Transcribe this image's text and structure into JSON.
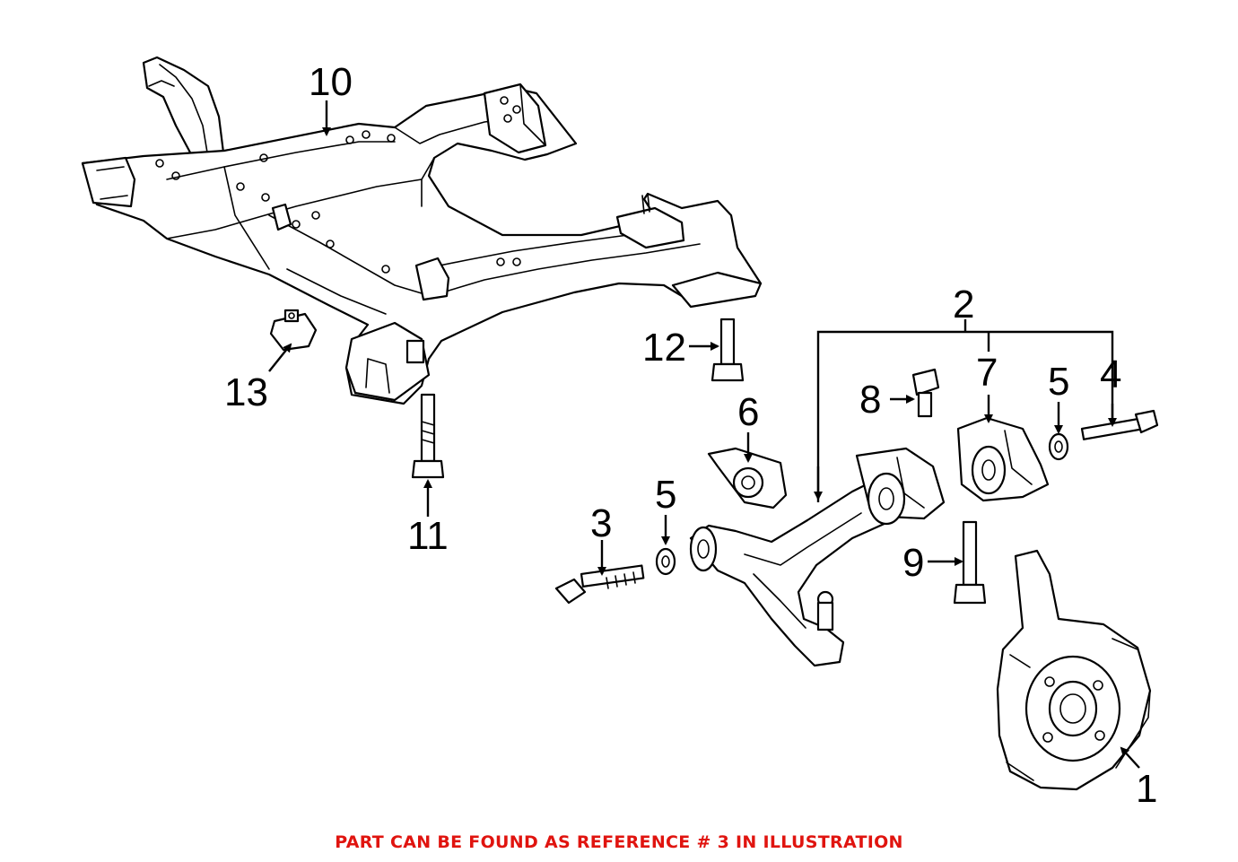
{
  "callouts": {
    "c1": "1",
    "c2": "2",
    "c3": "3",
    "c4": "4",
    "c5a": "5",
    "c5b": "5",
    "c6": "6",
    "c7": "7",
    "c8": "8",
    "c9": "9",
    "c10": "10",
    "c11": "11",
    "c12": "12",
    "c13": "13"
  },
  "caption": {
    "text": "PART CAN BE FOUND AS REFERENCE # 3 IN ILLUSTRATION",
    "color": "#e0140f"
  }
}
